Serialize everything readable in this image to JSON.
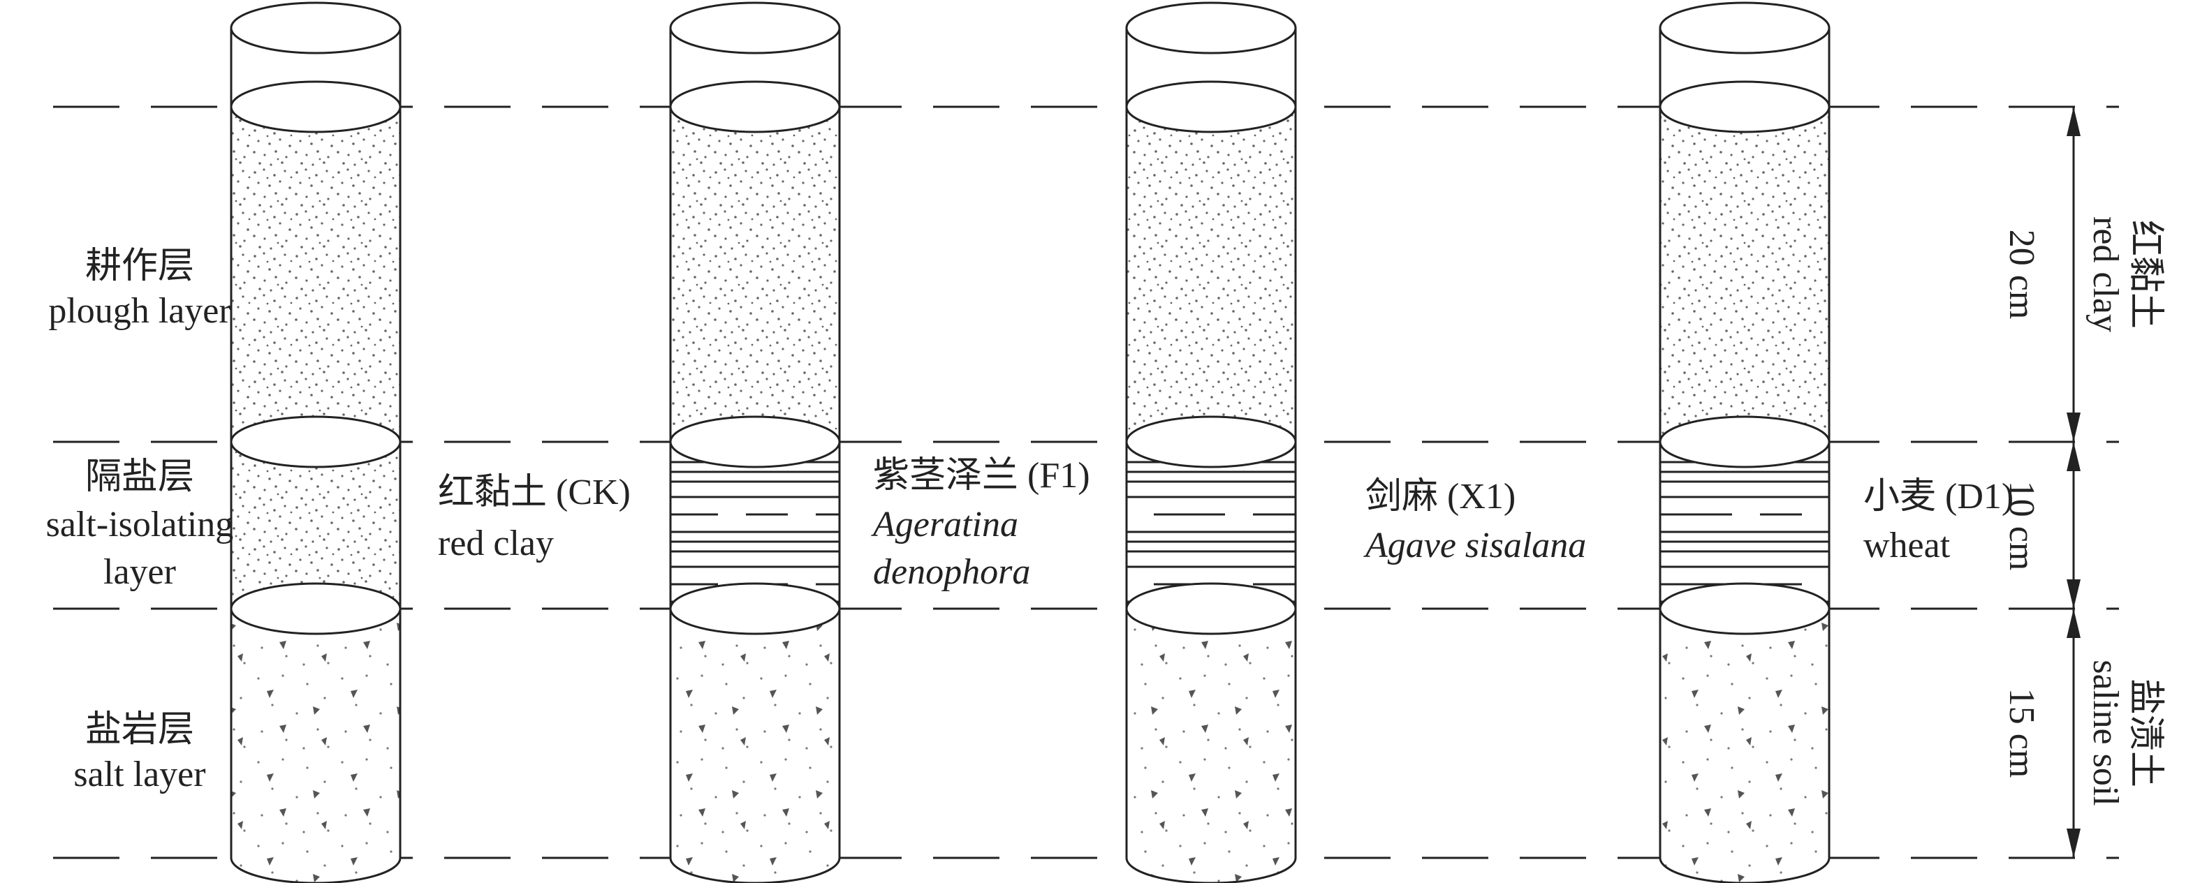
{
  "layer_labels": {
    "plough_cn": "耕作层",
    "plough_en": "plough layer",
    "isolating_cn": "隔盐层",
    "isolating_en1": "salt-isolating",
    "isolating_en2": "layer",
    "salt_cn": "盐岩层",
    "salt_en": "salt layer"
  },
  "treatments": [
    {
      "cn": "红黏土 (CK)",
      "en1": "red clay",
      "en2": ""
    },
    {
      "cn": "紫茎泽兰 (F1)",
      "en1": "Ageratina",
      "en2": "denophora"
    },
    {
      "cn": "剑麻 (X1)",
      "en1": "Agave sisalana",
      "en2": ""
    },
    {
      "cn": "小麦 (D1)",
      "en1": "wheat",
      "en2": ""
    }
  ],
  "dimensions": {
    "d1": "20 cm",
    "d2": "10 cm",
    "d3": "15 cm"
  },
  "soil_labels": {
    "red_cn": "红黏土",
    "red_en": "red clay",
    "saline_cn": "盐渍土",
    "saline_en": "saline soil"
  }
}
